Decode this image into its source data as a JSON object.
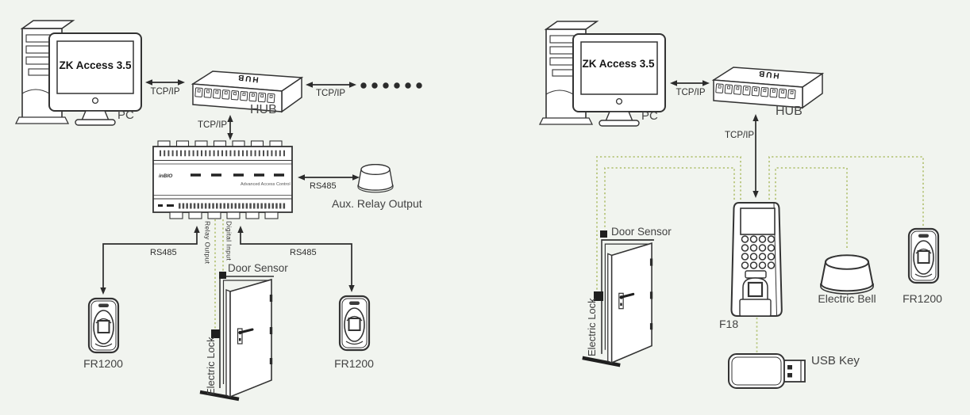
{
  "colors": {
    "background": "#f1f4ef",
    "line": "#2b2b2b",
    "dotted_wire": "#b8c67e",
    "text": "#3d3d3d"
  },
  "left_diagram": {
    "pc": {
      "screen_text": "ZK Access 3.5",
      "label": "PC"
    },
    "link_pc_hub": "TCP/IP",
    "hub": {
      "device_text": "HUB",
      "label": "HUB"
    },
    "link_hub_more": "TCP/IP",
    "link_hub_controller": "TCP/IP",
    "controller": {
      "logo": "inBIO",
      "subtitle": "Advanced Access Control"
    },
    "link_controller_aux": "RS485",
    "aux_relay_label": "Aux. Relay Output",
    "link_reader_left": "RS485",
    "link_reader_right": "RS485",
    "relay_output_label": "Relay Output",
    "digital_input_label": "Digital Input",
    "door_sensor_label": "Door Sensor",
    "electric_lock_label": "Electric Lock",
    "reader_left_label": "FR1200",
    "reader_right_label": "FR1200"
  },
  "right_diagram": {
    "pc": {
      "screen_text": "ZK Access 3.5",
      "label": "PC"
    },
    "link_pc_hub": "TCP/IP",
    "hub": {
      "device_text": "HUB",
      "label": "HUB"
    },
    "link_hub_f18": "TCP/IP",
    "door_sensor_label": "Door Sensor",
    "electric_lock_label": "Electric Lock",
    "f18_label": "F18",
    "electric_bell_label": "Electric Bell",
    "reader_label": "FR1200",
    "usb_key_label": "USB Key"
  }
}
